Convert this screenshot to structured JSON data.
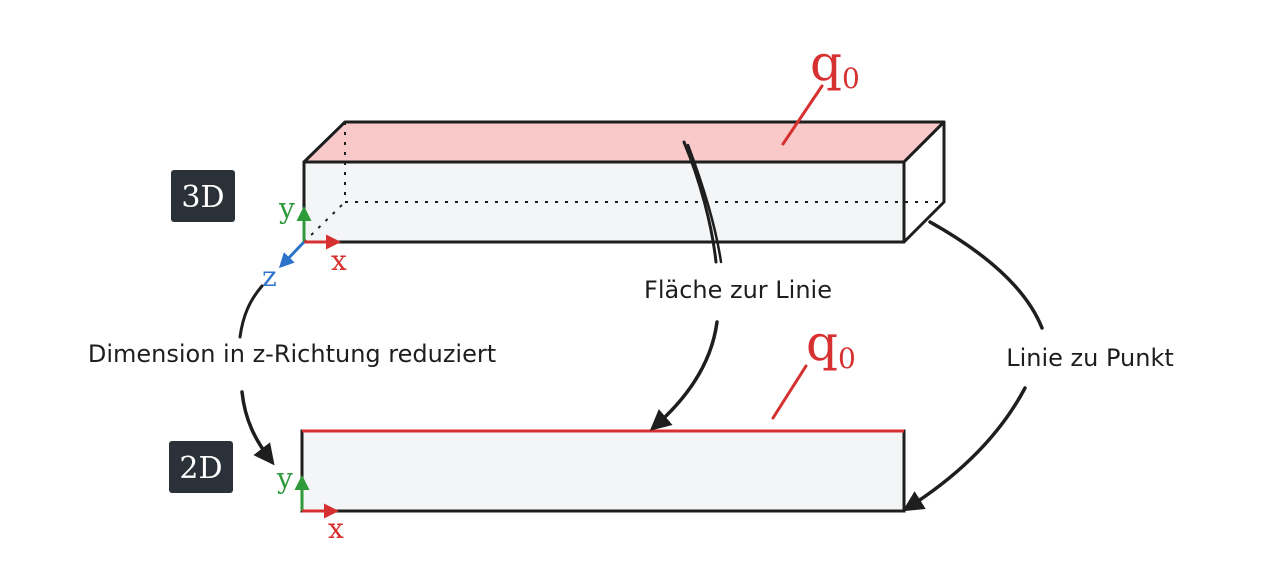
{
  "badges": {
    "three_d": "3D",
    "two_d": "2D"
  },
  "load": {
    "top_label": "q",
    "top_sub": "0",
    "bottom_label": "q",
    "bottom_sub": "0"
  },
  "axes_3d": {
    "y": "y",
    "x": "x",
    "z": "z"
  },
  "axes_2d": {
    "y": "y",
    "x": "x"
  },
  "annotations": {
    "surface_to_line": "Fläche zur Linie",
    "dimension_reduced": "Dimension in z-Richtung reduziert",
    "line_to_point": "Linie zu Punkt"
  },
  "colors": {
    "load_red": "#d63030",
    "top_face_fill": "#f9c9c9",
    "face_fill": "#f3f5f7",
    "badge_bg": "#2b3138",
    "axis_y": "#2e9a3a",
    "axis_x": "#d63030",
    "axis_z": "#2c73c9"
  }
}
